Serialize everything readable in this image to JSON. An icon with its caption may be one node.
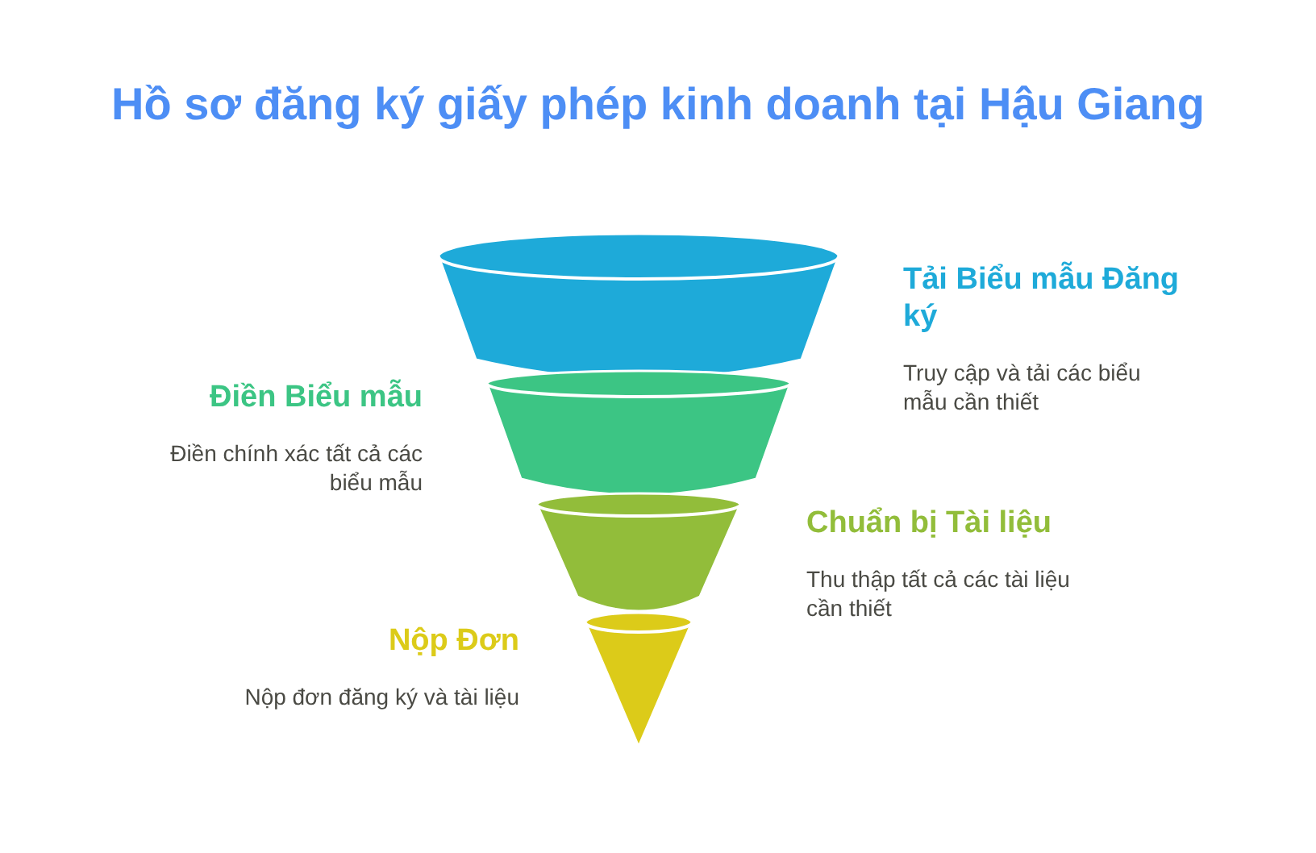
{
  "diagram": {
    "title": "Hồ sơ đăng ký giấy phép kinh doanh tại Hậu Giang",
    "nodes": [
      {
        "text": [
          "Tải Biểu mẫu Đăng ký",
          "Truy cập và tải các biểu mẫu cần thiết"
        ]
      },
      {
        "text": [
          "Điền Biểu mẫu",
          "Điền chính xác tất cả các biểu mẫu"
        ]
      },
      {
        "text": [
          "Chuẩn bị Tài liệu",
          "Thu thập tất cả các tài liệu cần thiết"
        ]
      },
      {
        "text": [
          "Nộp Đơn",
          "Nộp đơn đăng ký và tài liệu"
        ]
      }
    ]
  }
}
